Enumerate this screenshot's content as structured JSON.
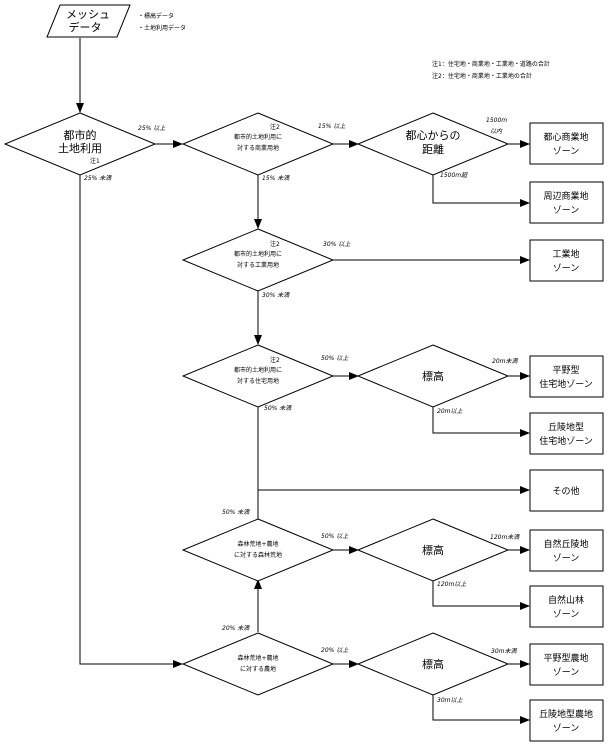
{
  "input": {
    "line1": "メッシュ",
    "line2": "データ"
  },
  "input_items": [
    "・標高データ",
    "・土地利用データ"
  ],
  "notes": [
    "注1：住宅地・商業地・工業地・道路の合計",
    "注2：住宅地・商業地・工業地の合計"
  ],
  "decisions": {
    "urban": {
      "line1": "都市的",
      "line2": "土地利用",
      "note": "注1"
    },
    "commercial": {
      "note": "注2",
      "line1": "都市的土地利用に",
      "line2": "対する商業用地"
    },
    "distance": {
      "line1": "都心からの",
      "line2": "距離"
    },
    "industrial": {
      "note": "注2",
      "line1": "都市的土地利用に",
      "line2": "対する工業用地"
    },
    "residential": {
      "note": "注2",
      "line1": "都市的土地利用に",
      "line2": "対する住宅用地"
    },
    "elev1": {
      "label": "標高"
    },
    "forest": {
      "line1": "森林荒地+農地",
      "line2": "に対する森林荒地"
    },
    "elev2": {
      "label": "標高"
    },
    "farm": {
      "line1": "森林荒地+農地",
      "line2": "に対する農地"
    },
    "elev3": {
      "label": "標高"
    }
  },
  "conditions": {
    "urban_yes": "25% 以上",
    "urban_no": "25% 未満",
    "commercial_yes": "15% 以上",
    "commercial_no": "15% 未満",
    "distance_yes_1": "1500m",
    "distance_yes_2": "以内",
    "distance_no": "1500m超",
    "industrial_yes": "30% 以上",
    "industrial_no": "30% 未満",
    "residential_yes": "50% 以上",
    "residential_no": "50% 未満",
    "elev1_low": "20m未満",
    "elev1_high": "20m以上",
    "forest_no": "50% 未満",
    "forest_yes": "50% 以上",
    "elev2_low": "120m未満",
    "elev2_high": "120m以上",
    "farm_no": "20% 未満",
    "farm_yes": "20% 以上",
    "elev3_low": "30m未満",
    "elev3_high": "30m以上"
  },
  "zones": {
    "cbd": {
      "line1": "都心商業地",
      "line2": "ゾーン"
    },
    "peripheral_commercial": {
      "line1": "周辺商業地",
      "line2": "ゾーン"
    },
    "industrial": {
      "line1": "工業地",
      "line2": "ゾーン"
    },
    "plain_residential": {
      "line1": "平野型",
      "line2": "住宅地ゾーン"
    },
    "hill_residential": {
      "line1": "丘陵地型",
      "line2": "住宅地ゾーン"
    },
    "other": {
      "line1": "その他"
    },
    "natural_hill": {
      "line1": "自然丘陵地",
      "line2": "ゾーン"
    },
    "natural_forest": {
      "line1": "自然山林",
      "line2": "ゾーン"
    },
    "plain_farm": {
      "line1": "平野型農地",
      "line2": "ゾーン"
    },
    "hill_farm": {
      "line1": "丘陵地型農地",
      "line2": "ゾーン"
    }
  }
}
